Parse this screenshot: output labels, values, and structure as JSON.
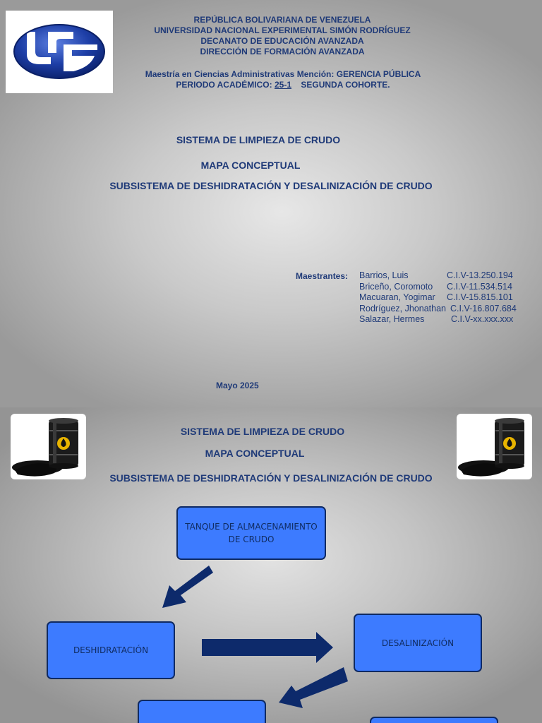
{
  "slide1": {
    "header": [
      "REPÚBLICA BOLIVARIANA DE VENEZUELA",
      "UNIVERSIDAD NACIONAL EXPERIMENTAL SIMÓN RODRÍGUEZ",
      "DECANATO DE EDUCACIÓN AVANZADA",
      "DIRECCIÓN DE FORMACIÓN AVANZADA"
    ],
    "program": "Maestría en Ciencias Administrativas Mención: GERENCIA PÚBLICA",
    "period_prefix": "PERIODO ACADÉMICO:",
    "period_code": "25-1",
    "period_suffix": "SEGUNDA COHORTE.",
    "title1": "SISTEMA DE LIMPIEZA DE CRUDO",
    "title2": "MAPA CONCEPTUAL",
    "title3": "SUBSISTEMA DE DESHIDRATACIÓN Y DESALINIZACIÓN DE CRUDO",
    "maestrantes_label": "Maestrantes:",
    "students": [
      {
        "name": "Barrios, Luis",
        "id": "C.I.V-13.250.194"
      },
      {
        "name": "Briceño, Coromoto",
        "id": "C.I.V-11.534.514"
      },
      {
        "name": "Macuaran, Yogimar",
        "id": "C.I.V-15.815.101"
      },
      {
        "name": "Rodríguez, Jhonathan",
        "id": "C.I.V-16.807.684"
      },
      {
        "name": "Salazar, Hermes",
        "id": "C.I.V-xx.xxx.xxx"
      }
    ],
    "date": "Mayo 2025"
  },
  "slide2": {
    "title1": "SISTEMA DE LIMPIEZA DE CRUDO",
    "title2": "MAPA CONCEPTUAL",
    "title3": "SUBSISTEMA DE DESHIDRATACIÓN Y DESALINIZACIÓN DE CRUDO",
    "nodes": {
      "tank": "TANQUE DE ALMACENAMIENTO DE CRUDO",
      "dehydration": "DESHIDRATACIÓN",
      "desalination": "DESALINIZACIÓN"
    }
  },
  "colors": {
    "title_text": "#1f3a78",
    "node_fill": "#3d7bff",
    "node_border": "#0f2a63",
    "arrow": "#0d2a6b"
  },
  "icons": [
    "university-logo-icon",
    "oil-barrel-icon",
    "arrow-icon"
  ]
}
